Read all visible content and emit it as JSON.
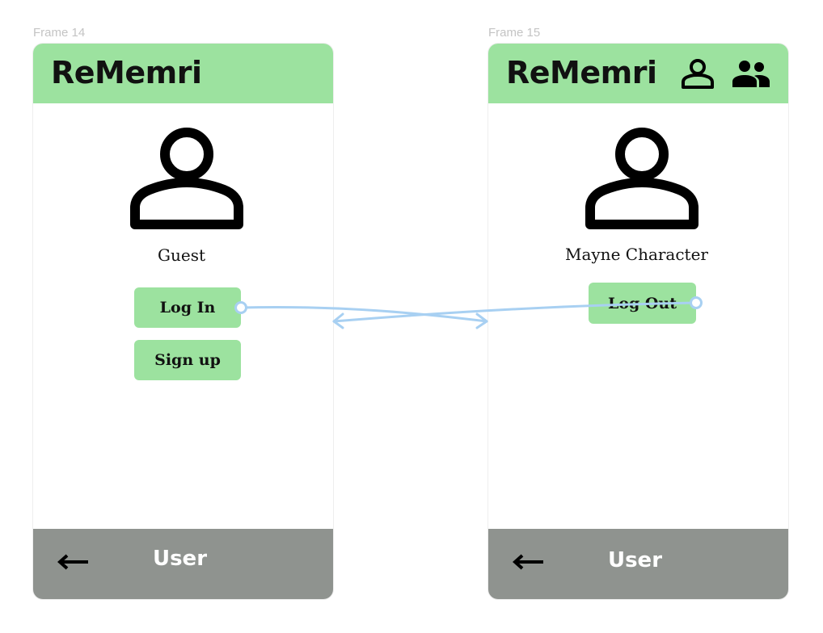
{
  "frames": [
    {
      "label": "Frame 14",
      "app_title": "ReMemri",
      "avatar_icon": "user-avatar-icon",
      "username": "Guest",
      "buttons": {
        "login": "Log In",
        "signup": "Sign up"
      },
      "bottom_bar": {
        "back_icon": "arrow-left-icon",
        "title": "User"
      }
    },
    {
      "label": "Frame 15",
      "app_title": "ReMemri",
      "header_icons": [
        "user-icon",
        "users-group-icon"
      ],
      "avatar_icon": "user-avatar-icon",
      "username": "Mayne Character",
      "buttons": {
        "logout": "Log Out"
      },
      "bottom_bar": {
        "back_icon": "arrow-left-icon",
        "title": "User"
      }
    }
  ],
  "colors": {
    "accent_green": "#9ce29f",
    "bottom_bar_gray": "#8f938f",
    "connector_blue": "#a8d0f2",
    "frame_label_gray": "#c4c4c4"
  }
}
